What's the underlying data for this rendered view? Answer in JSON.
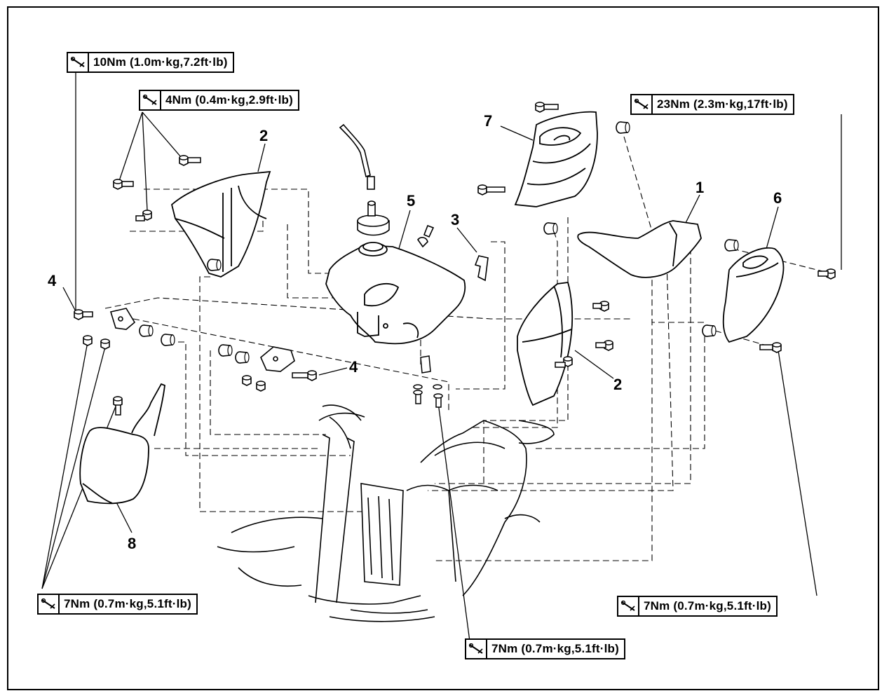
{
  "torque_specs": {
    "t1": "10Nm (1.0m·kg,7.2ft·lb)",
    "t2": "4Nm (0.4m·kg,2.9ft·lb)",
    "t3": "23Nm (2.3m·kg,17ft·lb)",
    "t4": "7Nm (0.7m·kg,5.1ft·lb)",
    "t5": "7Nm (0.7m·kg,5.1ft·lb)",
    "t6": "7Nm (0.7m·kg,5.1ft·lb)"
  },
  "part_numbers": {
    "seat": "1",
    "air_scoop_left": "2",
    "air_scoop_right": "2",
    "fuel_cock": "3",
    "bracket_left": "4",
    "bracket_center": "4",
    "fuel_tank": "5",
    "side_cover_right": "6",
    "side_cover_left": "7",
    "number_plate": "8"
  },
  "icons": {
    "torque": "torque-wrench-icon"
  },
  "colors": {
    "line": "#000000",
    "background": "#ffffff"
  }
}
